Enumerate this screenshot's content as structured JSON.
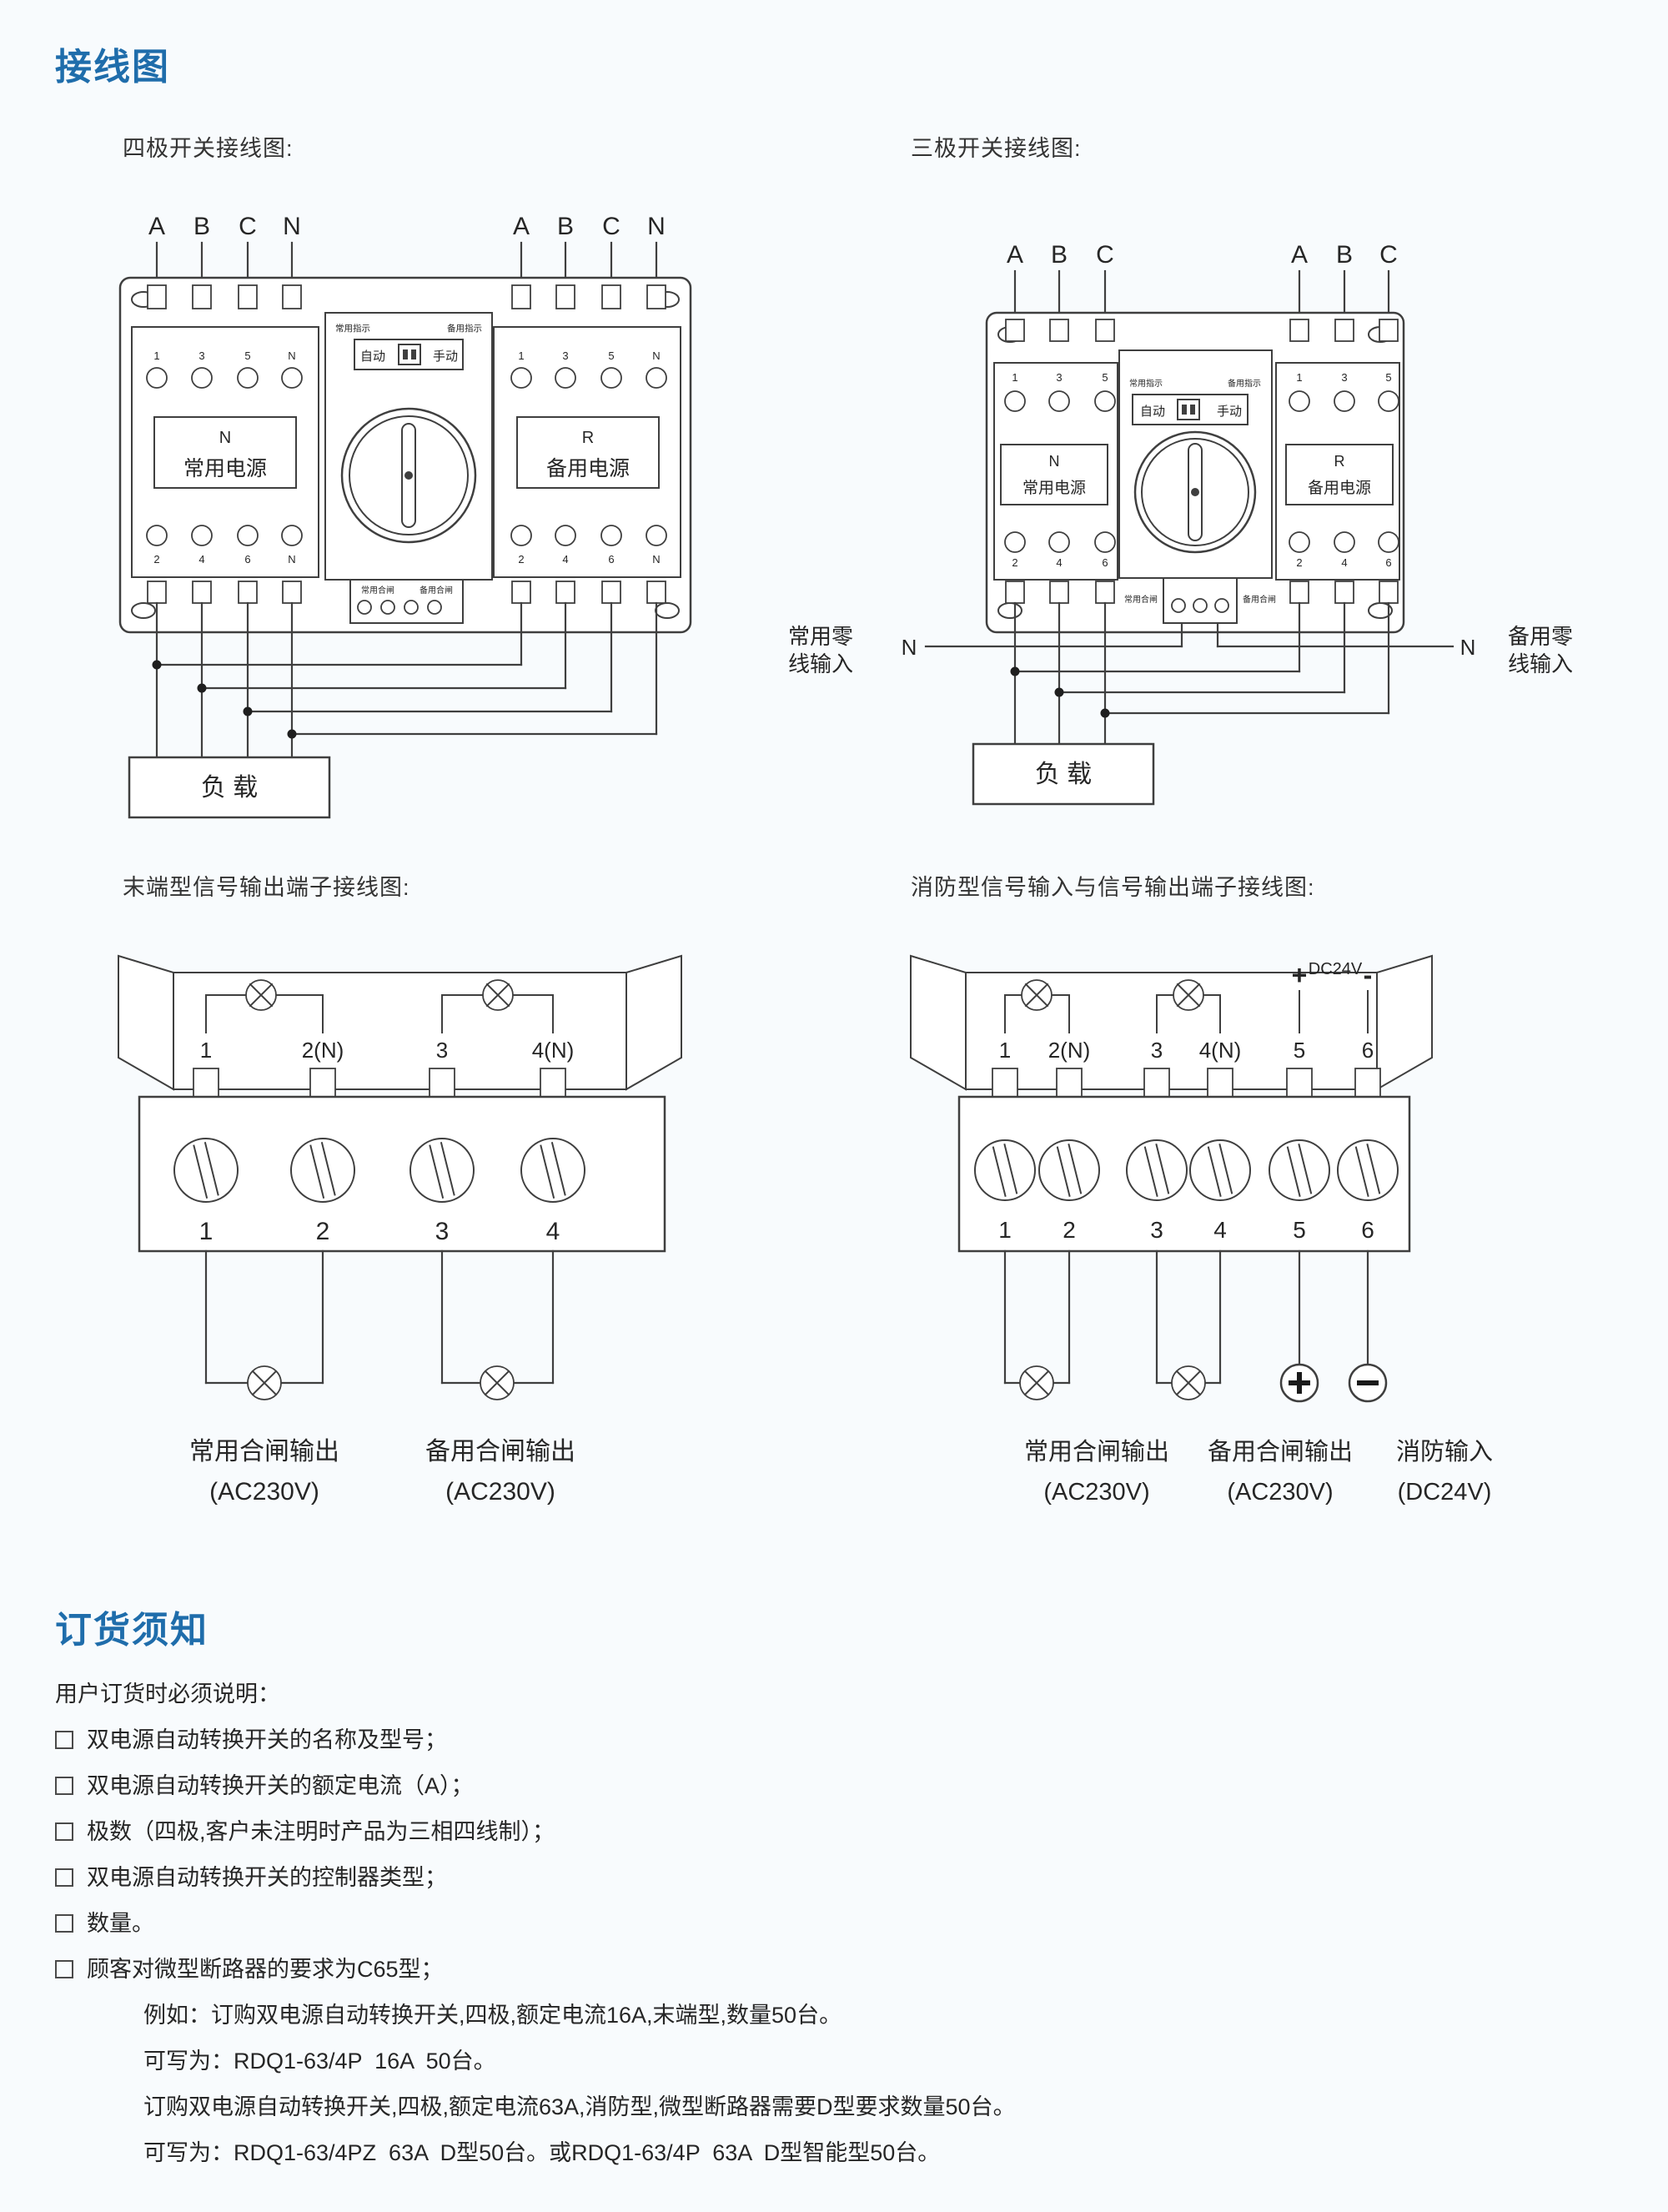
{
  "colors": {
    "accent": "#1f6dab",
    "background": "#f8fbfd",
    "line": "#3f3f3f"
  },
  "headings": {
    "wiring": "接线图",
    "ordering": "订货须知"
  },
  "captions": {
    "four_pole": "四极开关接线图:",
    "three_pole": "三极开关接线图:",
    "terminal_end": "末端型信号输出端子接线图:",
    "terminal_fire": "消防型信号输入与信号输出端子接线图:"
  },
  "device": {
    "phases": [
      "A",
      "B",
      "C",
      "N"
    ],
    "top_terms": [
      "1",
      "3",
      "5",
      "N"
    ],
    "bottom_terms": [
      "2",
      "4",
      "6",
      "N"
    ],
    "normal_letter": "N",
    "normal_name": "常用电源",
    "reserve_letter": "R",
    "reserve_name": "备用电源",
    "auto": "自动",
    "manual": "手动",
    "ind_left": "常用指示",
    "ind_right": "备用指示",
    "conn_left": "常用合闸",
    "conn_right": "备用合闸",
    "load": "负 载"
  },
  "three_pole": {
    "neutral_left_n": "N",
    "neutral_left_1": "常用零",
    "neutral_left_2": "线输入",
    "neutral_right_n": "N",
    "neutral_right_1": "备用零",
    "neutral_right_2": "线输入"
  },
  "terminal_end": {
    "top_labels": [
      "1",
      "2(N)",
      "3",
      "4(N)"
    ],
    "bottom_labels": [
      "1",
      "2",
      "3",
      "4"
    ],
    "out1_name": "常用合闸输出",
    "out1_volt": "(AC230V)",
    "out2_name": "备用合闸输出",
    "out2_volt": "(AC230V)"
  },
  "terminal_fire": {
    "top_labels": [
      "1",
      "2(N)",
      "3",
      "4(N)",
      "5",
      "6"
    ],
    "bottom_labels": [
      "1",
      "2",
      "3",
      "4",
      "5",
      "6"
    ],
    "plus": "+",
    "minus": "-",
    "dc": "DC24V",
    "out1_name": "常用合闸输出",
    "out1_volt": "(AC230V)",
    "out2_name": "备用合闸输出",
    "out2_volt": "(AC230V)",
    "out3_name": "消防输入",
    "out3_volt": "(DC24V)"
  },
  "ordering": {
    "intro": "用户订货时必须说明：",
    "items": [
      "双电源自动转换开关的名称及型号；",
      "双电源自动转换开关的额定电流（A）；",
      "极数（四极,客户未注明时产品为三相四线制）；",
      "双电源自动转换开关的控制器类型；",
      "数量。",
      "顾客对微型断路器的要求为C65型；"
    ],
    "examples": [
      "例如：订购双电源自动转换开关,四极,额定电流16A,末端型,数量50台。",
      "可写为：RDQ1-63/4P  16A  50台。",
      "订购双电源自动转换开关,四极,额定电流63A,消防型,微型断路器需要D型要求数量50台。",
      "可写为：RDQ1-63/4PZ  63A  D型50台。或RDQ1-63/4P  63A  D型智能型50台。"
    ]
  }
}
